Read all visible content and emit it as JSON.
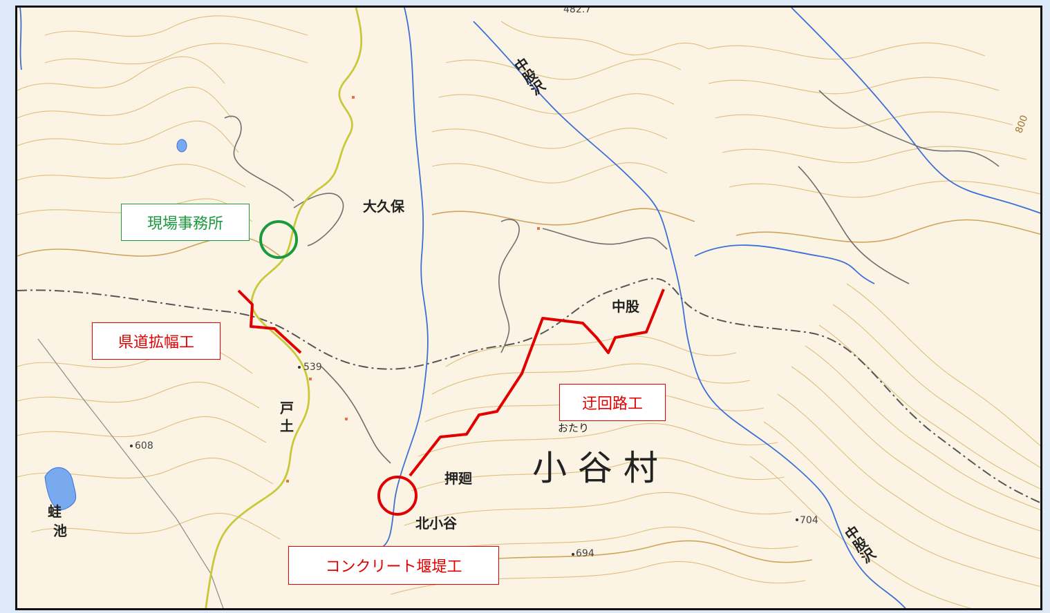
{
  "map": {
    "callouts": {
      "site_office": "現場事務所",
      "road_widening": "県道拡幅工",
      "detour": "迂回路工",
      "concrete_dam": "コンクリート堰堤工"
    },
    "place_names": {
      "okubo": "大久保",
      "nakamata": "中股",
      "otari_village": "小 谷 村",
      "otari_kana": "おたり",
      "oshimawari": "押廻",
      "kitaotani": "北小谷",
      "to": "戸",
      "tsuchi": "土",
      "kaerumike_1": "蛙",
      "kaerumike_2": "池",
      "nakamatazawa_upper": "中股沢",
      "nakamatazawa_lower": "中股沢"
    },
    "elevations": {
      "e482": "482.7",
      "e539": "539",
      "e608": "608",
      "e704": "704",
      "e694": "694",
      "e800": "800"
    },
    "colors": {
      "construction": "#e00000",
      "office": "#1a9a3c",
      "prefectural_road": "#c9c83a",
      "river": "#3b6fd8",
      "contour": "#c9a24a",
      "boundary": "#555555"
    }
  }
}
